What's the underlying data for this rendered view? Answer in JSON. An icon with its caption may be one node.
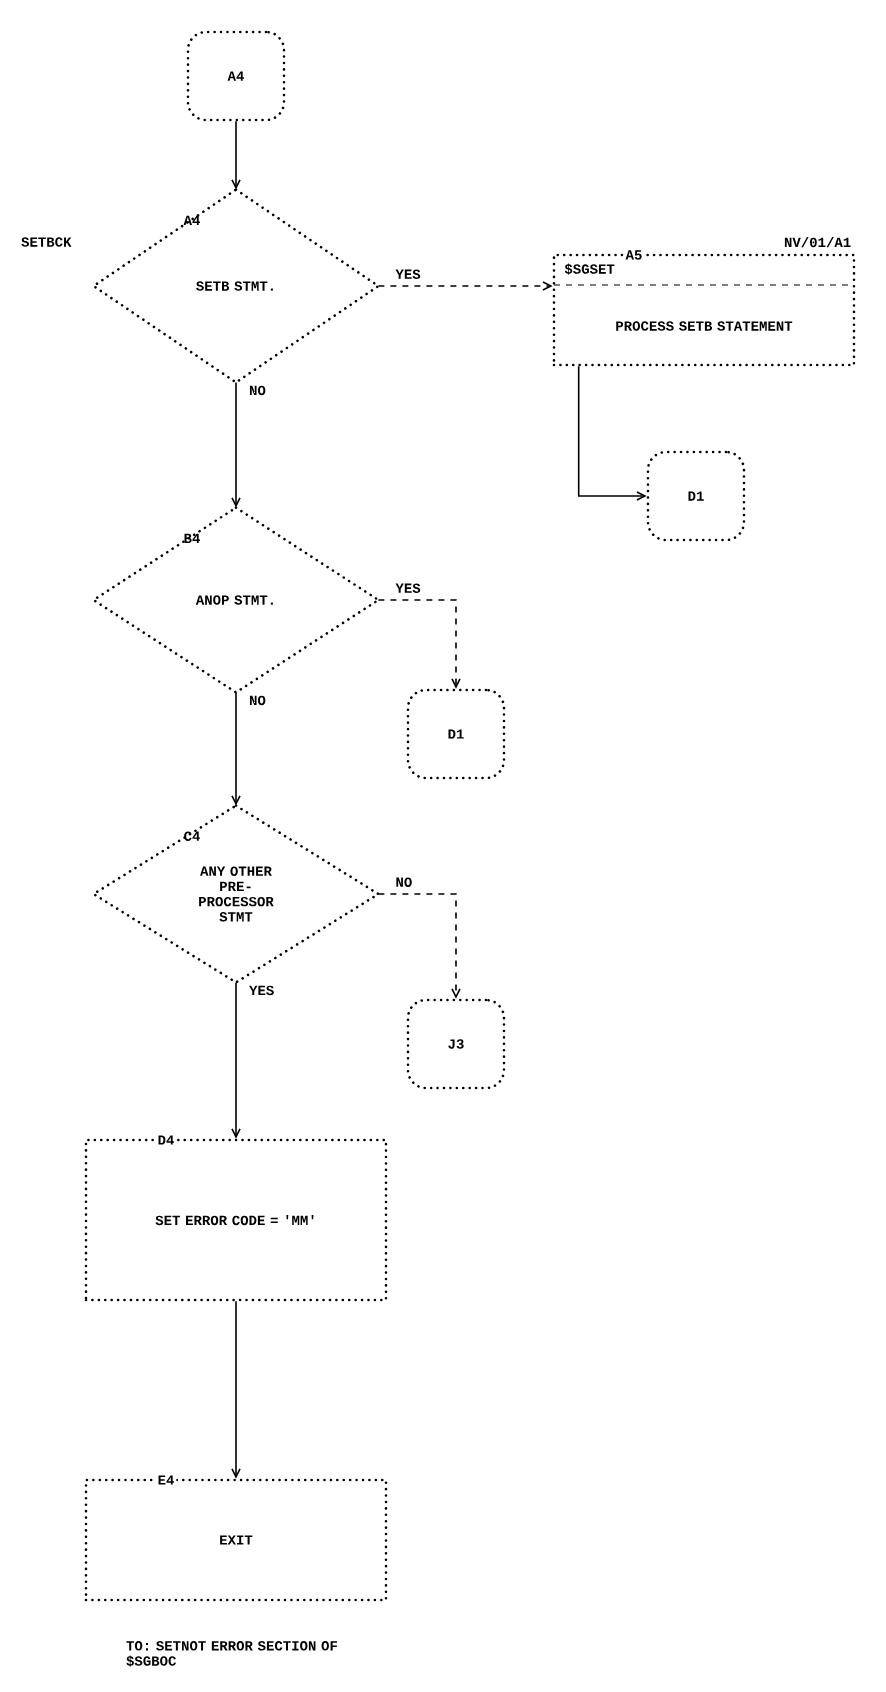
{
  "diagram": {
    "nodes": [
      {
        "text": [
          "A4"
        ]
      },
      {
        "text": [
          "A4",
          "SETB STMT."
        ],
        "beside": [
          "SETBCK"
        ]
      },
      {
        "text": [
          "A5",
          "$SGSET",
          "PROCESS SETB STATEMENT"
        ],
        "beside": [
          "NV/01/A1"
        ]
      },
      {
        "text": [
          "D1"
        ]
      },
      {
        "text": [
          "B4",
          "ANOP STMT."
        ]
      },
      {
        "text": [
          "D1"
        ]
      },
      {
        "text": [
          "C4",
          "ANY OTHER PRE- PROCESSOR STMT"
        ]
      },
      {
        "text": [
          "J3"
        ]
      },
      {
        "text": [
          "D4",
          "SET ERROR CODE = 'MM'"
        ]
      },
      {
        "text": [
          "E4",
          "EXIT"
        ],
        "beside": [
          "TO: SETNOT ERROR SECTION OF $SGBOC"
        ]
      }
    ],
    "edges": [
      {
        "from": 0,
        "to": 1,
        "arrow": "to"
      },
      {
        "from": 1,
        "to": 2,
        "arrow": "to",
        "label": "YES",
        "style": "dashed"
      },
      {
        "from": 1,
        "to": 4,
        "arrow": "to",
        "label": "NO"
      },
      {
        "from": 2,
        "to": 3,
        "arrow": "to"
      },
      {
        "from": 4,
        "to": 5,
        "arrow": "to",
        "label": "YES",
        "style": "dashed"
      },
      {
        "from": 4,
        "to": 6,
        "arrow": "to",
        "label": "NO"
      },
      {
        "from": 6,
        "to": 7,
        "arrow": "to",
        "label": "NO",
        "style": "dashed"
      },
      {
        "from": 6,
        "to": 8,
        "arrow": "to",
        "label": "YES"
      },
      {
        "from": 8,
        "to": 9,
        "arrow": "to"
      }
    ]
  }
}
